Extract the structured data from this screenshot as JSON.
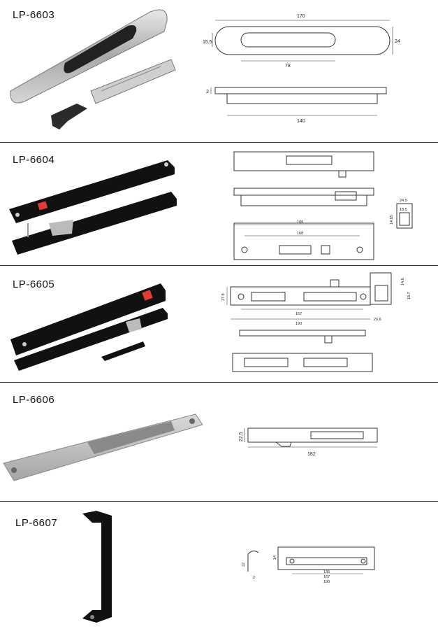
{
  "products": [
    {
      "model": "LP-6603",
      "dimensions": {
        "top_len": "170",
        "top_h": "15.5",
        "top_h2": "24",
        "grip_len": "78",
        "side_h": "2",
        "side_len": "140"
      }
    },
    {
      "model": "LP-6604",
      "dimensions": {
        "d1": "24.5",
        "d2": "18.5",
        "d3": "14.65",
        "total": "199",
        "hole": "168"
      }
    },
    {
      "model": "LP-6605",
      "dimensions": {
        "h": "27.8",
        "hole": "167",
        "total": "190",
        "s1": "14.6",
        "s2": "18.7",
        "s3": "20.6"
      }
    },
    {
      "model": "LP-6606",
      "dimensions": {
        "h": "22.5",
        "total": "182"
      }
    },
    {
      "model": "LP-6607",
      "dimensions": {
        "a": "135",
        "b": "167",
        "c": "190",
        "h1": "22",
        "h2": "14",
        "t": "2"
      }
    }
  ]
}
